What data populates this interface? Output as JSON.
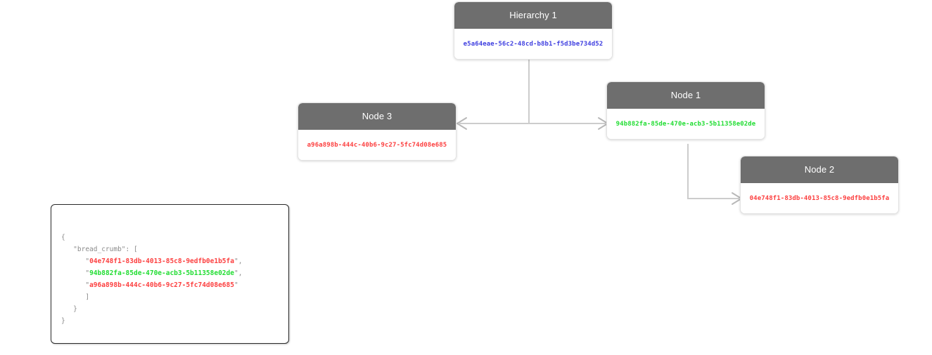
{
  "graph": {
    "nodes": [
      {
        "id": "hierarchy-1",
        "title": "Hierarchy 1",
        "uuid": "e5a64eae-56c2-48cd-b8b1-f5d3be734d52",
        "uuid_color": "#4040e0",
        "header_color": "#6e6e6e"
      },
      {
        "id": "node-1",
        "title": "Node 1",
        "uuid": "94b882fa-85de-470e-acb3-5b11358e02de",
        "uuid_color": "#22dd33",
        "header_color": "#6e6e6e"
      },
      {
        "id": "node-2",
        "title": "Node 2",
        "uuid": "04e748f1-83db-4013-85c8-9edfb0e1b5fa",
        "uuid_color": "#fc4040",
        "header_color": "#6e6e6e"
      },
      {
        "id": "node-3",
        "title": "Node 3",
        "uuid": "a96a898b-444c-40b6-9c27-5fc74d08e685",
        "uuid_color": "#fc4040",
        "header_color": "#6e6e6e"
      }
    ],
    "edge_color": "#cccccc"
  },
  "json_panel": {
    "lines": [
      {
        "indent": 0,
        "segments": [
          {
            "text": "{",
            "color": "punc"
          }
        ]
      },
      {
        "indent": 1,
        "segments": [
          {
            "text": "\"bread_crumb\": [",
            "color": "key"
          }
        ]
      },
      {
        "indent": 2,
        "segments": [
          {
            "text": "\"",
            "color": "punc"
          },
          {
            "text": "04e748f1-83db-4013-85c8-9edfb0e1b5fa",
            "color": "red"
          },
          {
            "text": "\",",
            "color": "punc"
          }
        ]
      },
      {
        "indent": 2,
        "segments": [
          {
            "text": "\"",
            "color": "punc"
          },
          {
            "text": "94b882fa-85de-470e-acb3-5b11358e02de",
            "color": "green"
          },
          {
            "text": "\",",
            "color": "punc"
          }
        ]
      },
      {
        "indent": 2,
        "segments": [
          {
            "text": "\"",
            "color": "punc"
          },
          {
            "text": "a96a898b-444c-40b6-9c27-5fc74d08e685",
            "color": "red"
          },
          {
            "text": "\"",
            "color": "punc"
          }
        ]
      },
      {
        "indent": 2,
        "segments": [
          {
            "text": "]",
            "color": "punc"
          }
        ]
      },
      {
        "indent": 1,
        "segments": [
          {
            "text": "}",
            "color": "punc"
          }
        ]
      },
      {
        "indent": 0,
        "segments": [
          {
            "text": "}",
            "color": "punc"
          }
        ]
      }
    ]
  }
}
